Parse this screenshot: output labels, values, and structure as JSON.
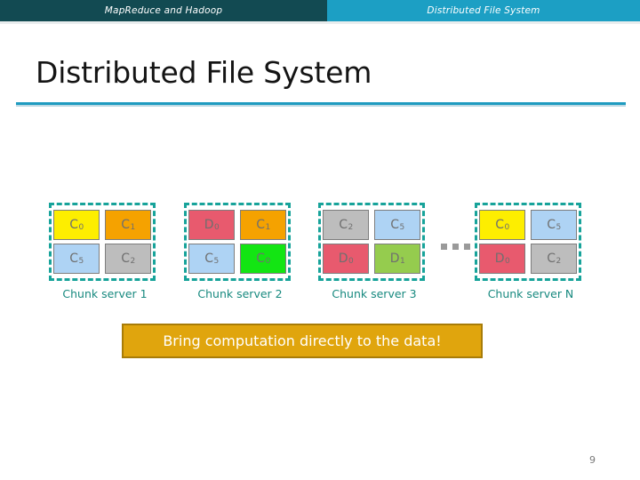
{
  "header": {
    "tabs": [
      {
        "label": "MapReduce and Hadoop",
        "color": "#124a52",
        "active": false
      },
      {
        "label": "Distributed File System",
        "color": "#1c9fc4",
        "active": true
      }
    ]
  },
  "title": "Distributed File System",
  "accent_color": "#1f9bc0",
  "diagram": {
    "frame_border_color": "#17a39a",
    "label_color": "#17897f",
    "ellipsis_color": "#9a9a9a",
    "servers": [
      {
        "label": "Chunk server 1",
        "chunks": [
          {
            "name": "C",
            "sub": "0",
            "color": "#fdee00"
          },
          {
            "name": "C",
            "sub": "1",
            "color": "#f5a200"
          },
          {
            "name": "C",
            "sub": "5",
            "color": "#aed3f4"
          },
          {
            "name": "C",
            "sub": "2",
            "color": "#bdbdbd"
          }
        ]
      },
      {
        "label": "Chunk server 2",
        "chunks": [
          {
            "name": "D",
            "sub": "0",
            "color": "#e85a6e"
          },
          {
            "name": "C",
            "sub": "1",
            "color": "#f5a200"
          },
          {
            "name": "C",
            "sub": "5",
            "color": "#aed3f4"
          },
          {
            "name": "C",
            "sub": "0",
            "color": "#13e513"
          }
        ]
      },
      {
        "label": "Chunk server 3",
        "chunks": [
          {
            "name": "C",
            "sub": "2",
            "color": "#bdbdbd"
          },
          {
            "name": "C",
            "sub": "5",
            "color": "#aed3f4"
          },
          {
            "name": "D",
            "sub": "0",
            "color": "#e85a6e"
          },
          {
            "name": "D",
            "sub": "1",
            "color": "#95cc4e"
          }
        ]
      },
      {
        "label": "Chunk server N",
        "chunks": [
          {
            "name": "C",
            "sub": "0",
            "color": "#fdee00"
          },
          {
            "name": "C",
            "sub": "5",
            "color": "#aed3f4"
          },
          {
            "name": "D",
            "sub": "0",
            "color": "#e85a6e"
          },
          {
            "name": "C",
            "sub": "2",
            "color": "#bdbdbd"
          }
        ]
      }
    ]
  },
  "callout": {
    "text": "Bring computation directly to the data!",
    "fill": "#e0a50d",
    "border": "#a87c08"
  },
  "page_number": "9"
}
